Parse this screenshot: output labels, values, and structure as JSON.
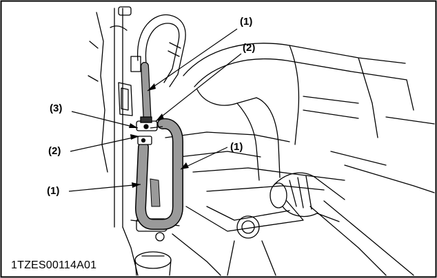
{
  "figure": {
    "code": "1TZES00114A01",
    "callouts": {
      "c1": "(1)",
      "c2": "(2)",
      "c3": "(3)",
      "c4": "(2)",
      "c5": "(1)",
      "c6": "(1)"
    }
  },
  "colors": {
    "hose": "#9a9a9a",
    "outline": "#000000",
    "background": "#ffffff"
  }
}
